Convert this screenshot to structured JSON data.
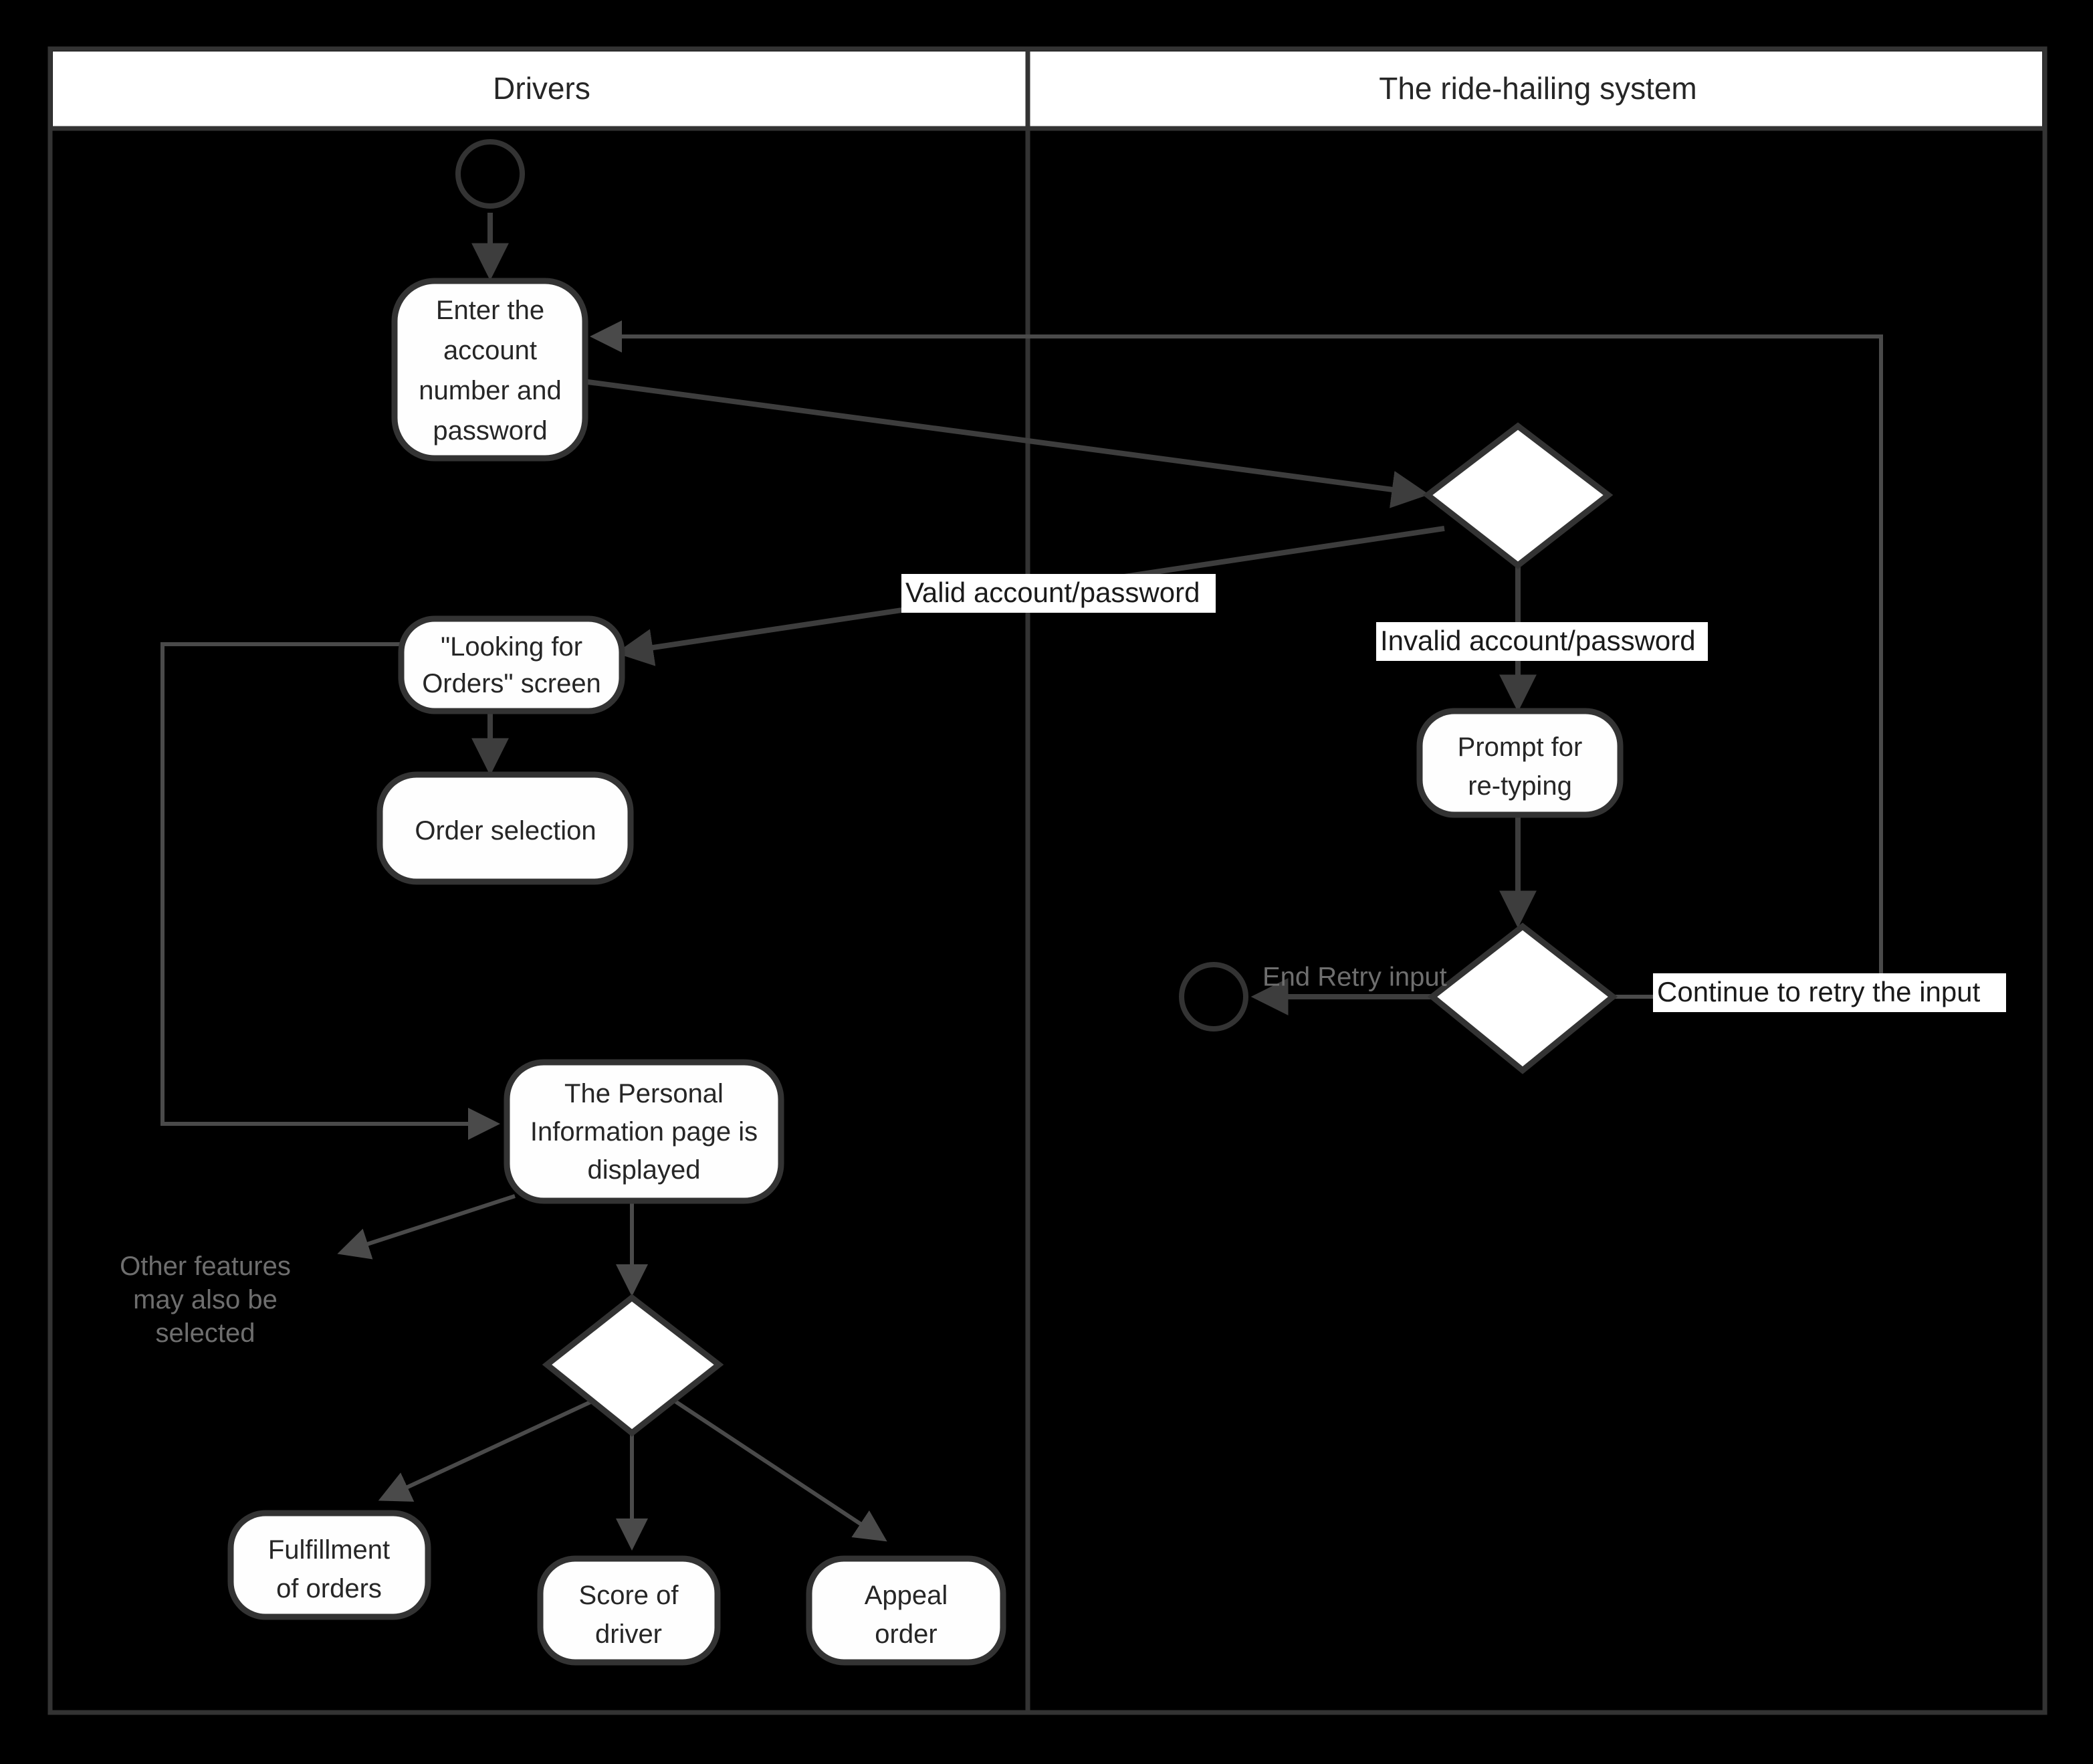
{
  "diagram": {
    "title": "Ride-hailing driver login and order activity diagram",
    "type": "swimlane-activity-flowchart",
    "colors": {
      "background": "#000000",
      "frame_stroke": "#333333",
      "node_fill": "#fefefe",
      "node_stroke": "#333333",
      "node_text": "#262626",
      "edge_stroke": "#3d3d3d",
      "label_bg": "#ffffff",
      "label_text": "#1a1a1a",
      "note_text": "#6e6e6e",
      "lane_header_bg": "#ffffff"
    },
    "lanes": [
      {
        "id": "lane-drivers",
        "label": "Drivers"
      },
      {
        "id": "lane-system",
        "label": "The ride-hailing system"
      }
    ],
    "nodes": [
      {
        "id": "start",
        "kind": "start-node",
        "label": "",
        "lane": "lane-drivers"
      },
      {
        "id": "enter-credentials",
        "kind": "action",
        "lane": "lane-drivers",
        "lines": [
          "Enter the",
          "account",
          "number and",
          "password"
        ]
      },
      {
        "id": "validate-decision",
        "kind": "decision",
        "lane": "lane-system",
        "label": ""
      },
      {
        "id": "looking-for-orders",
        "kind": "action",
        "lane": "lane-drivers",
        "lines": [
          "\"Looking for",
          "Orders\" screen"
        ]
      },
      {
        "id": "order-selection",
        "kind": "action",
        "lane": "lane-drivers",
        "lines": [
          "Order selection"
        ]
      },
      {
        "id": "prompt-retype",
        "kind": "action",
        "lane": "lane-system",
        "lines": [
          "Prompt for",
          "re-typing"
        ]
      },
      {
        "id": "retry-decision",
        "kind": "decision",
        "lane": "lane-system",
        "label": ""
      },
      {
        "id": "end-retry",
        "kind": "end-node",
        "lane": "lane-system",
        "label": ""
      },
      {
        "id": "personal-info-page",
        "kind": "action",
        "lane": "lane-drivers",
        "lines": [
          "The Personal",
          "Information page is",
          "displayed"
        ]
      },
      {
        "id": "feature-decision",
        "kind": "decision",
        "lane": "lane-drivers",
        "label": ""
      },
      {
        "id": "fulfillment-of-orders",
        "kind": "action",
        "lane": "lane-drivers",
        "lines": [
          "Fulfillment",
          "of orders"
        ]
      },
      {
        "id": "score-of-driver",
        "kind": "action",
        "lane": "lane-drivers",
        "lines": [
          "Score of",
          "driver"
        ]
      },
      {
        "id": "appeal-order",
        "kind": "action",
        "lane": "lane-drivers",
        "lines": [
          "Appeal",
          "order"
        ]
      }
    ],
    "edge_labels": [
      {
        "id": "label-valid",
        "text": "Valid account/password",
        "boxed": true
      },
      {
        "id": "label-invalid",
        "text": "Invalid account/password",
        "boxed": true
      },
      {
        "id": "label-continue-retry",
        "text": "Continue to retry the input",
        "boxed": true
      },
      {
        "id": "label-end-retry",
        "text": "End Retry input",
        "boxed": false
      }
    ],
    "notes": [
      {
        "id": "note-other-features",
        "lines": [
          "Other features",
          "may also be",
          "selected"
        ]
      }
    ]
  }
}
